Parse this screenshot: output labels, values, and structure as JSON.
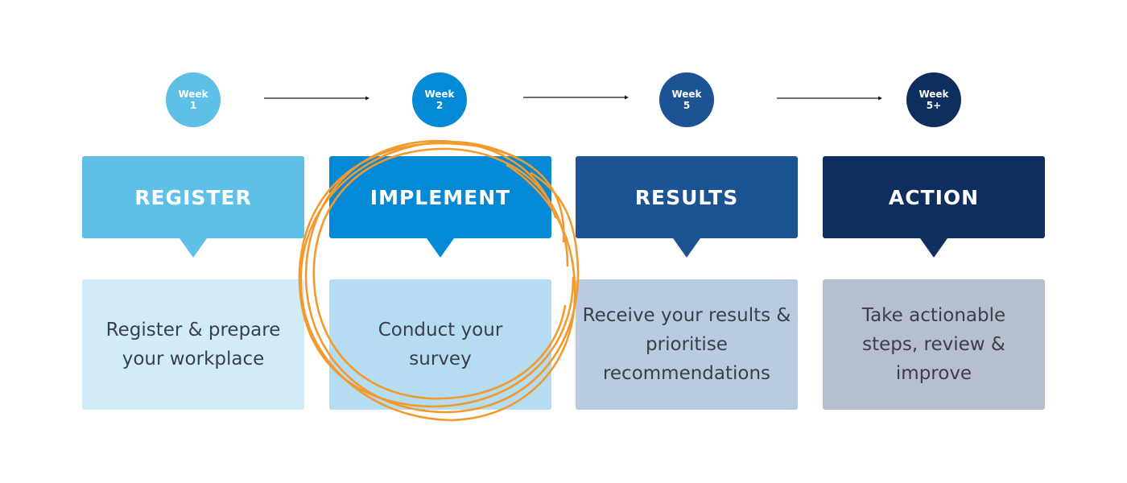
{
  "steps": [
    {
      "week_label": "Week",
      "week_num": "1",
      "title": "REGISTER",
      "desc": "Register & prepare your workplace",
      "colors": {
        "circle": "#5ec0e7",
        "header": "#5ec0e7",
        "desc_bg": "#d1ecf7"
      }
    },
    {
      "week_label": "Week",
      "week_num": "2",
      "title": "IMPLEMENT",
      "desc": "Conduct your survey",
      "colors": {
        "circle": "#0389d6",
        "header": "#0389d6",
        "desc_bg": "#b5dcf1"
      }
    },
    {
      "week_label": "Week",
      "week_num": "5",
      "title": "RESULTS",
      "desc": "Receive your results & prioritise recommendations",
      "colors": {
        "circle": "#1c5392",
        "header": "#1c5392",
        "desc_bg": "#b9cbe0"
      }
    },
    {
      "week_label": "Week",
      "week_num": "5+",
      "title": "ACTION",
      "desc": "Take actionable steps, review & improve",
      "colors": {
        "circle": "#0e2e5e",
        "header": "#0e2e5e",
        "desc_bg": "#b6bfcd"
      }
    }
  ],
  "highlight": {
    "step": "IMPLEMENT",
    "color": "#f29a2e"
  },
  "arrow_color": "#1a1a1a"
}
